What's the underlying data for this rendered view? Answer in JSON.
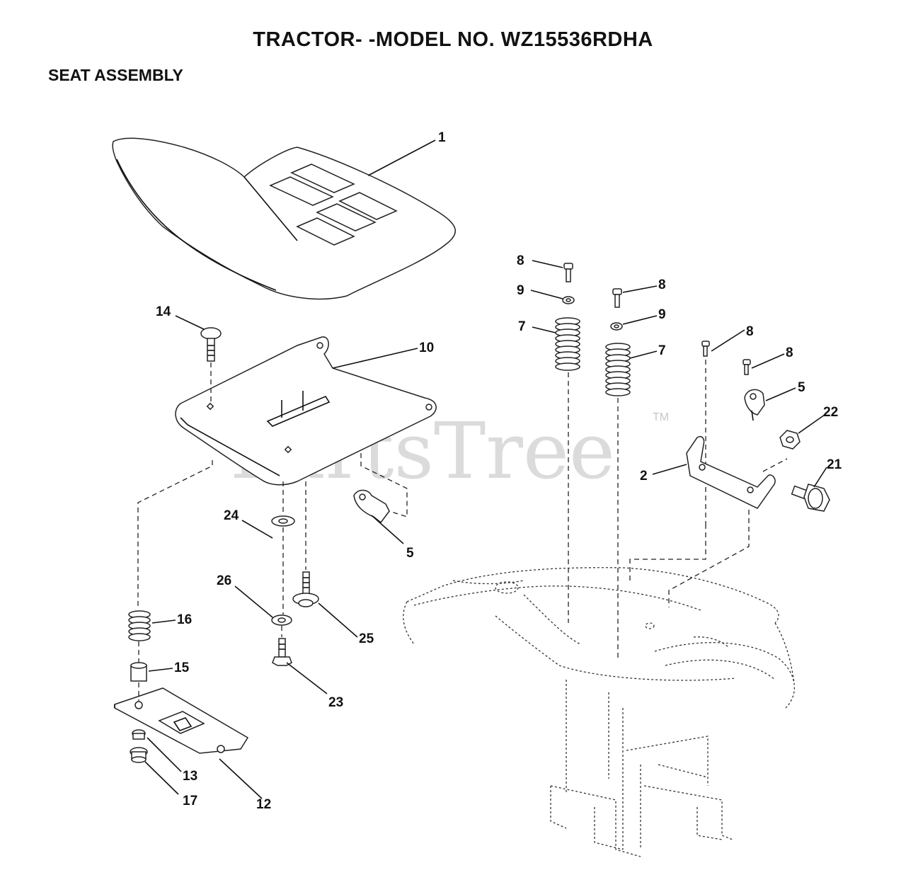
{
  "header": {
    "title": "TRACTOR- -MODEL NO. WZ15536RDHA",
    "subtitle": "SEAT ASSEMBLY"
  },
  "watermark": {
    "text": "PartsTree",
    "tm": "TM"
  },
  "callouts": {
    "c1": "1",
    "c14": "14",
    "c10": "10",
    "c5a": "5",
    "c24": "24",
    "c26": "26",
    "c25": "25",
    "c16": "16",
    "c15": "15",
    "c23": "23",
    "c13": "13",
    "c17": "17",
    "c12": "12",
    "c8a": "8",
    "c9a": "9",
    "c7a": "7",
    "c8b": "8",
    "c9b": "9",
    "c7b": "7",
    "c8c": "8",
    "c8d": "8",
    "c5b": "5",
    "c22": "22",
    "c2": "2",
    "c21": "21"
  }
}
